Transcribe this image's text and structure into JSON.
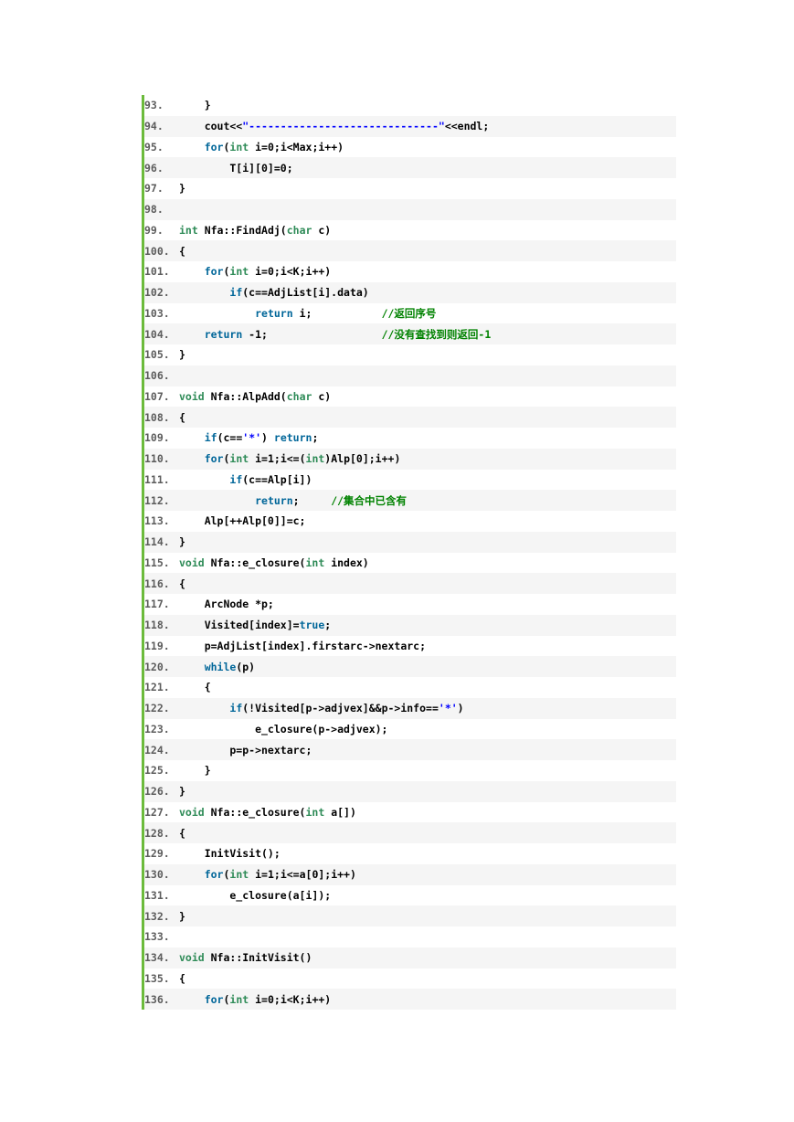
{
  "colors": {
    "gutter_border": "#6cbb3c",
    "alt_row": "#f5f5f5",
    "keyword": "#006699",
    "type": "#2e8b57",
    "string": "#0000ff",
    "comment": "#008200"
  },
  "lines": [
    {
      "n": "93.",
      "t": [
        [
          "p",
          "    }"
        ]
      ]
    },
    {
      "n": "94.",
      "t": [
        [
          "p",
          "    cout<<"
        ],
        [
          "s",
          "\"------------------------------\""
        ],
        [
          "p",
          "<<endl;"
        ]
      ]
    },
    {
      "n": "95.",
      "t": [
        [
          "p",
          "    "
        ],
        [
          "k",
          "for"
        ],
        [
          "p",
          "("
        ],
        [
          "y",
          "int"
        ],
        [
          "p",
          " i=0;i<Max;i++)"
        ]
      ]
    },
    {
      "n": "96.",
      "t": [
        [
          "p",
          "        T[i][0]=0;"
        ]
      ]
    },
    {
      "n": "97.",
      "t": [
        [
          "p",
          "}"
        ]
      ]
    },
    {
      "n": "98.",
      "t": []
    },
    {
      "n": "99.",
      "t": [
        [
          "y",
          "int"
        ],
        [
          "p",
          " Nfa::FindAdj("
        ],
        [
          "y",
          "char"
        ],
        [
          "p",
          " c)"
        ]
      ]
    },
    {
      "n": "100.",
      "t": [
        [
          "p",
          "{"
        ]
      ]
    },
    {
      "n": "101.",
      "t": [
        [
          "p",
          "    "
        ],
        [
          "k",
          "for"
        ],
        [
          "p",
          "("
        ],
        [
          "y",
          "int"
        ],
        [
          "p",
          " i=0;i<K;i++)"
        ]
      ]
    },
    {
      "n": "102.",
      "t": [
        [
          "p",
          "        "
        ],
        [
          "k",
          "if"
        ],
        [
          "p",
          "(c==AdjList[i].data)"
        ]
      ]
    },
    {
      "n": "103.",
      "t": [
        [
          "p",
          "            "
        ],
        [
          "k",
          "return"
        ],
        [
          "p",
          " i;           "
        ],
        [
          "c",
          "//返回序号"
        ]
      ]
    },
    {
      "n": "104.",
      "t": [
        [
          "p",
          "    "
        ],
        [
          "k",
          "return"
        ],
        [
          "p",
          " -1;                  "
        ],
        [
          "c",
          "//没有查找到则返回-1"
        ]
      ]
    },
    {
      "n": "105.",
      "t": [
        [
          "p",
          "}"
        ]
      ]
    },
    {
      "n": "106.",
      "t": []
    },
    {
      "n": "107.",
      "t": [
        [
          "y",
          "void"
        ],
        [
          "p",
          " Nfa::AlpAdd("
        ],
        [
          "y",
          "char"
        ],
        [
          "p",
          " c)"
        ]
      ]
    },
    {
      "n": "108.",
      "t": [
        [
          "p",
          "{"
        ]
      ]
    },
    {
      "n": "109.",
      "t": [
        [
          "p",
          "    "
        ],
        [
          "k",
          "if"
        ],
        [
          "p",
          "(c=="
        ],
        [
          "s",
          "'*'"
        ],
        [
          "p",
          ") "
        ],
        [
          "k",
          "return"
        ],
        [
          "p",
          ";"
        ]
      ]
    },
    {
      "n": "110.",
      "t": [
        [
          "p",
          "    "
        ],
        [
          "k",
          "for"
        ],
        [
          "p",
          "("
        ],
        [
          "y",
          "int"
        ],
        [
          "p",
          " i=1;i<=("
        ],
        [
          "y",
          "int"
        ],
        [
          "p",
          ")Alp[0];i++)"
        ]
      ]
    },
    {
      "n": "111.",
      "t": [
        [
          "p",
          "        "
        ],
        [
          "k",
          "if"
        ],
        [
          "p",
          "(c==Alp[i])"
        ]
      ]
    },
    {
      "n": "112.",
      "t": [
        [
          "p",
          "            "
        ],
        [
          "k",
          "return"
        ],
        [
          "p",
          ";     "
        ],
        [
          "c",
          "//集合中已含有"
        ]
      ]
    },
    {
      "n": "113.",
      "t": [
        [
          "p",
          "    Alp[++Alp[0]]=c;"
        ]
      ]
    },
    {
      "n": "114.",
      "t": [
        [
          "p",
          "}"
        ]
      ]
    },
    {
      "n": "115.",
      "t": [
        [
          "y",
          "void"
        ],
        [
          "p",
          " Nfa::e_closure("
        ],
        [
          "y",
          "int"
        ],
        [
          "p",
          " index)"
        ]
      ]
    },
    {
      "n": "116.",
      "t": [
        [
          "p",
          "{"
        ]
      ]
    },
    {
      "n": "117.",
      "t": [
        [
          "p",
          "    ArcNode *p;"
        ]
      ]
    },
    {
      "n": "118.",
      "t": [
        [
          "p",
          "    Visited[index]="
        ],
        [
          "k",
          "true"
        ],
        [
          "p",
          ";"
        ]
      ]
    },
    {
      "n": "119.",
      "t": [
        [
          "p",
          "    p=AdjList[index].firstarc->nextarc;"
        ]
      ]
    },
    {
      "n": "120.",
      "t": [
        [
          "p",
          "    "
        ],
        [
          "k",
          "while"
        ],
        [
          "p",
          "(p)"
        ]
      ]
    },
    {
      "n": "121.",
      "t": [
        [
          "p",
          "    {"
        ]
      ]
    },
    {
      "n": "122.",
      "t": [
        [
          "p",
          "        "
        ],
        [
          "k",
          "if"
        ],
        [
          "p",
          "(!Visited[p->adjvex]&&p->info=="
        ],
        [
          "s",
          "'*'"
        ],
        [
          "p",
          ")"
        ]
      ]
    },
    {
      "n": "123.",
      "t": [
        [
          "p",
          "            e_closure(p->adjvex);"
        ]
      ]
    },
    {
      "n": "124.",
      "t": [
        [
          "p",
          "        p=p->nextarc;"
        ]
      ]
    },
    {
      "n": "125.",
      "t": [
        [
          "p",
          "    }"
        ]
      ]
    },
    {
      "n": "126.",
      "t": [
        [
          "p",
          "}"
        ]
      ]
    },
    {
      "n": "127.",
      "t": [
        [
          "y",
          "void"
        ],
        [
          "p",
          " Nfa::e_closure("
        ],
        [
          "y",
          "int"
        ],
        [
          "p",
          " a[])"
        ]
      ]
    },
    {
      "n": "128.",
      "t": [
        [
          "p",
          "{"
        ]
      ]
    },
    {
      "n": "129.",
      "t": [
        [
          "p",
          "    InitVisit();"
        ]
      ]
    },
    {
      "n": "130.",
      "t": [
        [
          "p",
          "    "
        ],
        [
          "k",
          "for"
        ],
        [
          "p",
          "("
        ],
        [
          "y",
          "int"
        ],
        [
          "p",
          " i=1;i<=a[0];i++)"
        ]
      ]
    },
    {
      "n": "131.",
      "t": [
        [
          "p",
          "        e_closure(a[i]);"
        ]
      ]
    },
    {
      "n": "132.",
      "t": [
        [
          "p",
          "}"
        ]
      ]
    },
    {
      "n": "133.",
      "t": []
    },
    {
      "n": "134.",
      "t": [
        [
          "y",
          "void"
        ],
        [
          "p",
          " Nfa::InitVisit()"
        ]
      ]
    },
    {
      "n": "135.",
      "t": [
        [
          "p",
          "{"
        ]
      ]
    },
    {
      "n": "136.",
      "t": [
        [
          "p",
          "    "
        ],
        [
          "k",
          "for"
        ],
        [
          "p",
          "("
        ],
        [
          "y",
          "int"
        ],
        [
          "p",
          " i=0;i<K;i++)"
        ]
      ]
    }
  ]
}
